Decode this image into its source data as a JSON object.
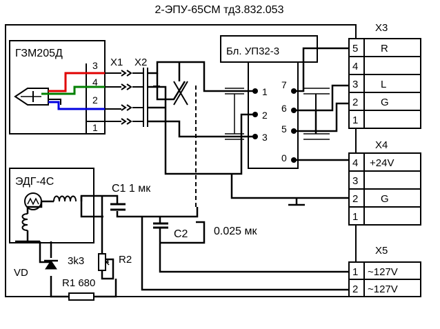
{
  "title": "2-ЭПУ-65СМ   тд3.832.053",
  "blocks": {
    "gzm": "ГЗМ205Д",
    "up": "Бл. УП32-3",
    "edg": "ЭДГ-4С"
  },
  "connectors": {
    "x1": "X1",
    "x2": "X2",
    "x3": "X3",
    "x4": "X4",
    "x5": "X5"
  },
  "gzm_pins": [
    "3",
    "4",
    "2",
    "1"
  ],
  "up_left_pins": [
    "1",
    "2",
    "3"
  ],
  "up_right_pins": [
    "7",
    "6",
    "5",
    "0"
  ],
  "x3_rows": [
    {
      "n": "5",
      "label": "R"
    },
    {
      "n": "4",
      "label": ""
    },
    {
      "n": "3",
      "label": "L"
    },
    {
      "n": "2",
      "label": "G"
    },
    {
      "n": "1",
      "label": ""
    }
  ],
  "x4_rows": [
    {
      "n": "4",
      "label": "+24V"
    },
    {
      "n": "3",
      "label": ""
    },
    {
      "n": "2",
      "label": "G"
    },
    {
      "n": "1",
      "label": ""
    }
  ],
  "x5_rows": [
    {
      "n": "1",
      "label": "~127V"
    },
    {
      "n": "2",
      "label": "~127V"
    }
  ],
  "components": {
    "c1": "C1 1 мк",
    "c2": "C2",
    "c2_value": "0.025 мк",
    "r2": "R2",
    "r2_value": "3k3",
    "r1": "R1 680",
    "vd": "VD"
  },
  "colors": {
    "wire": "#000000",
    "red": "#e00000",
    "green": "#008000",
    "blue": "#0000e0"
  }
}
